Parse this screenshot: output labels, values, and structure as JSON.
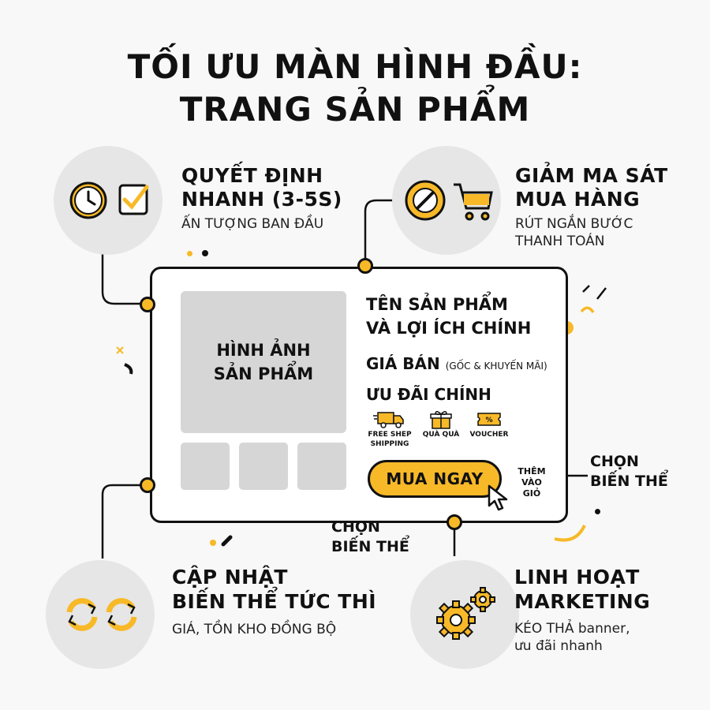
{
  "title": {
    "line1": "TỐI ƯU MÀN HÌNH ĐẦU:",
    "line2": "TRANG SẢN PHẨM"
  },
  "features": {
    "quick": {
      "title1": "QUYẾT ĐỊNH",
      "title2": "NHANH (3-5S)",
      "sub": "ẤN TƯỢNG BAN ĐẦU"
    },
    "friction": {
      "title1": "GIẢM MA SÁT",
      "title2": "MUA HÀNG",
      "sub1": "RÚT NGẮN BƯỚC",
      "sub2": "THANH TOÁN"
    },
    "variant_update": {
      "title1": "CẬP NHẬT",
      "title2": "BIẾN THỂ TỨC THÌ",
      "sub": "GIÁ, TỒN KHO ĐỒNG BỘ"
    },
    "marketing": {
      "title1": "LINH HOẠT",
      "title2": "MARKETING",
      "sub1": "KÉO THẢ banner,",
      "sub2": "ưu đãi nhanh"
    }
  },
  "card": {
    "image_label1": "HÌNH ẢNH",
    "image_label2": "SẢN PHẨM",
    "product_title1": "TÊN SẢN PHẨM",
    "product_title2": "VÀ LỢI ÍCH CHÍNH",
    "price_label": "GIÁ BÁN",
    "price_note": "(GỐC & KHUYẾN MÃI)",
    "offers_label": "ƯU ĐÃI CHÍNH",
    "offers": [
      {
        "label1": "FREE SHEP",
        "label2": "SHIPPING",
        "icon": "truck-icon"
      },
      {
        "label1": "QUÀ QUÀ",
        "label2": "",
        "icon": "gift-icon"
      },
      {
        "label1": "VOUCHER",
        "label2": "",
        "icon": "voucher-icon"
      }
    ],
    "buy_button": "MUA NGAY",
    "add_to_cart1": "THÊM",
    "add_to_cart2": "VÀO GIỎ"
  },
  "variant_right": {
    "line1": "CHỌN",
    "line2": "BIẾN THỂ"
  },
  "variant_bottom": {
    "line1": "CHỌN",
    "line2": "BIẾN THỂ"
  },
  "colors": {
    "accent": "#f7b928",
    "ink": "#111111",
    "circle": "#e6e6e6",
    "placeholder": "#d6d6d6"
  }
}
